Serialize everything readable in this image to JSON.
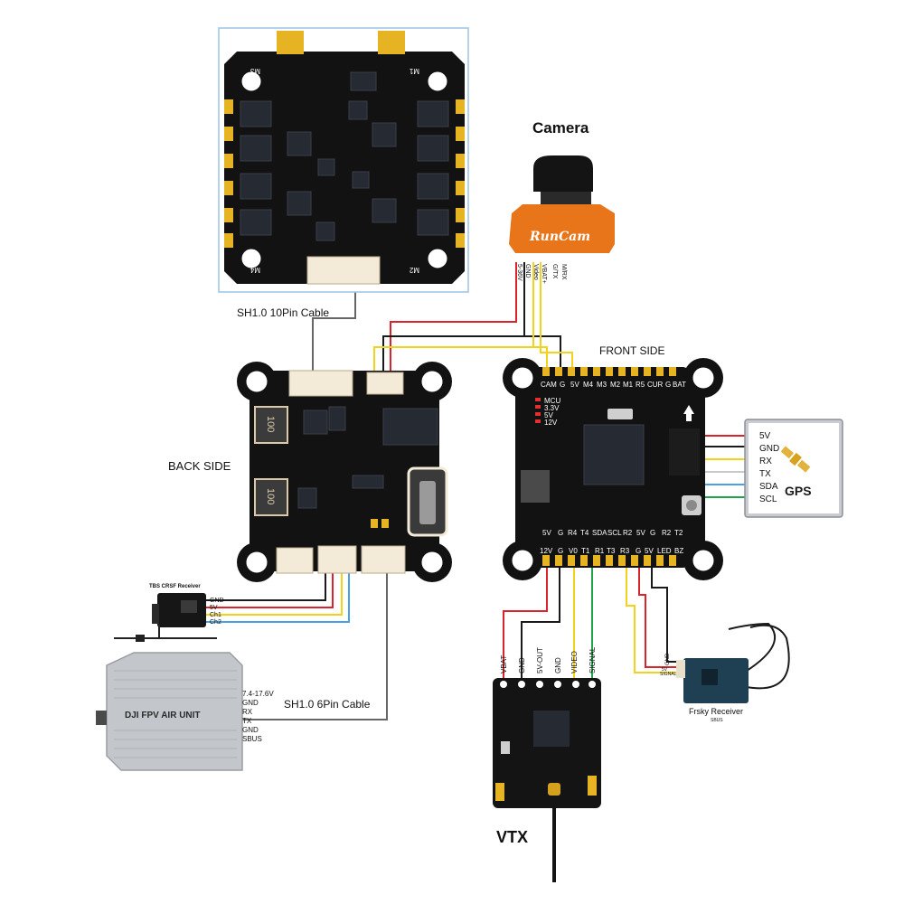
{
  "titles": {
    "camera": "Camera",
    "front_side": "FRONT SIDE",
    "back_side": "BACK SIDE",
    "vtx": "VTX",
    "cable_10pin": "SH1.0 10Pin  Cable",
    "cable_6pin": "SH1.0 6Pin  Cable"
  },
  "esc": {
    "motors": [
      "M3",
      "M1",
      "M4",
      "M2"
    ]
  },
  "camera": {
    "brand": "RunCam",
    "pins": [
      "5-36V",
      "GND",
      "Video",
      "VBAT+",
      "G/TX",
      "M/RX"
    ]
  },
  "front_board": {
    "top_pads": [
      "CAM",
      "G",
      "5V",
      "M4",
      "M3",
      "M2",
      "M1",
      "R5",
      "CUR",
      "G",
      "BAT"
    ],
    "top_left_labels": [
      "MCU",
      "3.3V",
      "5V",
      "12V"
    ],
    "bottom_row1": [
      "5V",
      "G",
      "R4",
      "T4",
      "SDA",
      "SCL",
      "R2",
      "5V",
      "G",
      "R2",
      "T2"
    ],
    "bottom_row2": [
      "12V",
      "G",
      "V0",
      "T1",
      "R1",
      "T3",
      "R3",
      "G",
      "5V",
      "LED",
      "BZ"
    ]
  },
  "back_board": {
    "inductors": [
      "100",
      "100"
    ]
  },
  "gps": {
    "label": "GPS",
    "pins": [
      "5V",
      "GND",
      "RX",
      "TX",
      "SDA",
      "SCL"
    ]
  },
  "tbs": {
    "label": "TBS CRSF Receiver",
    "pins": [
      "GND",
      "5V",
      "Ch1",
      "Ch2"
    ]
  },
  "dji": {
    "label": "DJI FPV AIR UNIT",
    "pins": [
      "7.4-17.6V",
      "GND",
      "RX",
      "TX",
      "GND",
      "SBUS"
    ]
  },
  "vtx": {
    "pins": [
      "VBAT",
      "GND",
      "5V-OUT",
      "GND",
      "VIDEO",
      "SIGNAL"
    ]
  },
  "frsky": {
    "label": "Frsky Receiver",
    "sublabel": "SBUS",
    "pins": [
      "GND",
      "5V",
      "SIGNAL"
    ]
  },
  "colors": {
    "pcb": "#121212",
    "pad_gold": "#e6b422",
    "camera_orange": "#e8751a",
    "gps_gray": "#c9ccd1",
    "dji_silver": "#c3c6cb",
    "wire_red": "#d8242a",
    "wire_black": "#1a1a1a",
    "wire_yellow": "#f2d21b",
    "wire_white": "#c9c9c9",
    "wire_blue": "#4aa0e6",
    "wire_green": "#1ea34a"
  }
}
